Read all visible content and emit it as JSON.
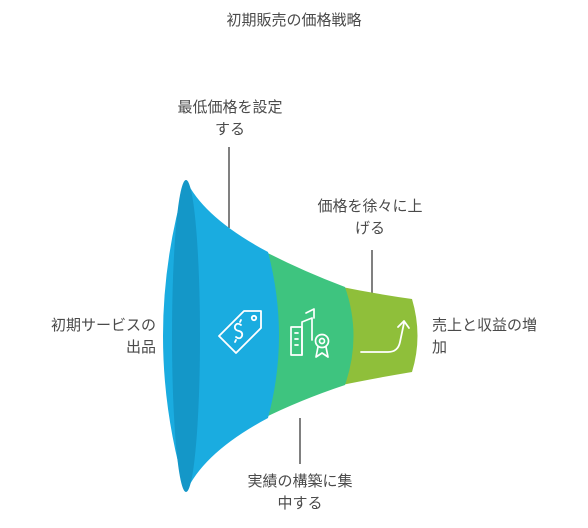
{
  "title": "初期販売の価格戦略",
  "labels": {
    "minimum_price": {
      "line1": "最低価格を設定",
      "line2": "する"
    },
    "raise_price": {
      "line1": "価格を徐々に上",
      "line2": "げる"
    },
    "initial_service": {
      "line1": "初期サービスの",
      "line2": "出品"
    },
    "sales_growth": {
      "line1": "売上と収益の増",
      "line2": "加"
    },
    "build_record": {
      "line1": "実績の構築に集",
      "line2": "中する"
    }
  },
  "colors": {
    "stage1": "#1aace0",
    "stage1_rim": "#1497c8",
    "stage2": "#3ec47f",
    "stage3": "#8fbf3a",
    "connector": "#555555",
    "icon": "#ffffff"
  },
  "icons": {
    "stage1": "price-tag-icon",
    "stage2": "building-award-icon",
    "stage3": "trend-up-arrow-icon"
  }
}
